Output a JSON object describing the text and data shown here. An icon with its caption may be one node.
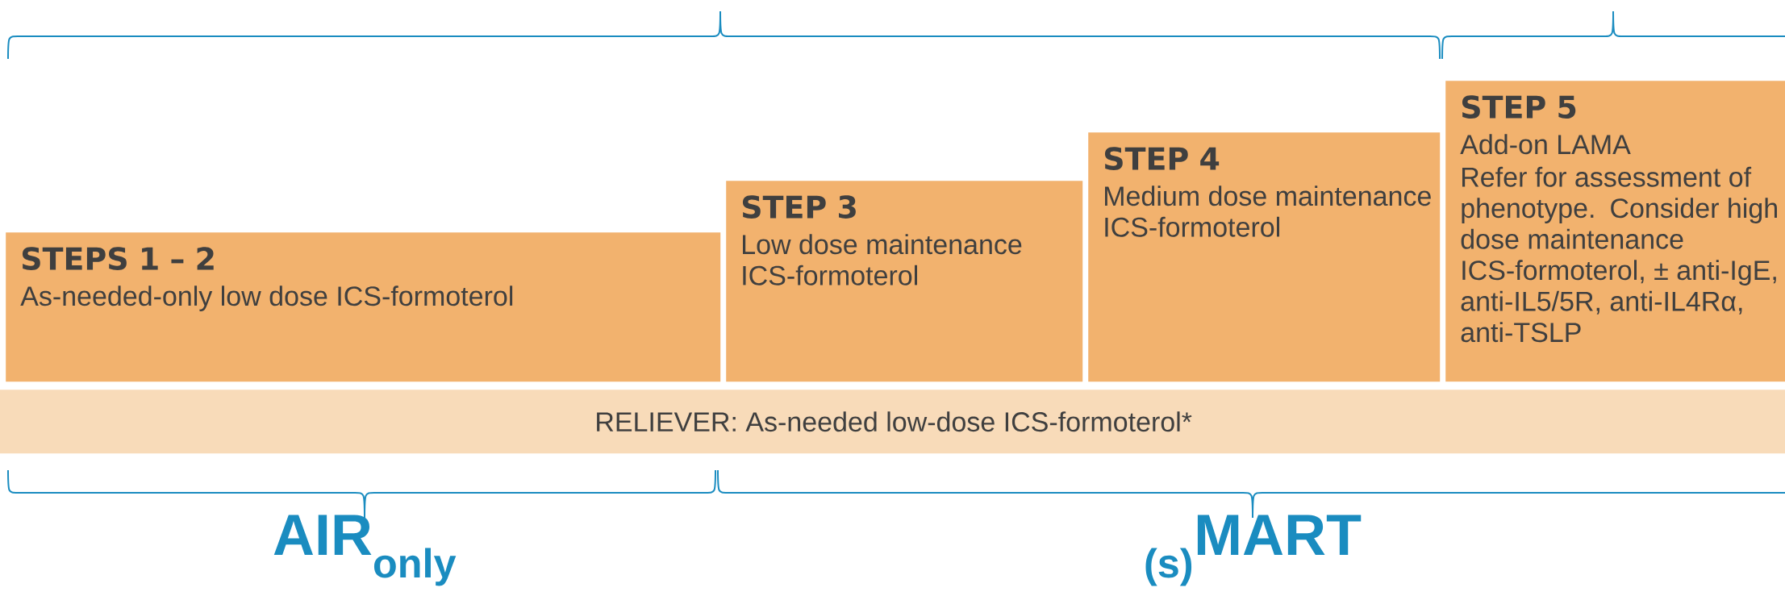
{
  "diagram": {
    "nodes": [
      {
        "text": [
          "STEPS 1 – 2",
          "As-needed-only low dose ICS-formoterol"
        ]
      },
      {
        "text": [
          "STEP 3",
          "Low dose maintenance ICS-formoterol"
        ]
      },
      {
        "text": [
          "STEP 4",
          "Medium dose maintenance ICS-formoterol"
        ]
      },
      {
        "text": [
          "STEP 5",
          "Add-on LAMA",
          "Refer for assessment of phenotype. Consider high dose maintenance ICS-formoterol, ± anti-IgE, anti-IL5/5R, anti-IL4Rα, anti-TSLP"
        ]
      },
      {
        "text": [
          "RELIEVER: As-needed low-dose ICS-formoterol*"
        ]
      }
    ],
    "labels": [
      "AIR$_{only}$",
      "$_{(s)}$MART"
    ]
  }
}
